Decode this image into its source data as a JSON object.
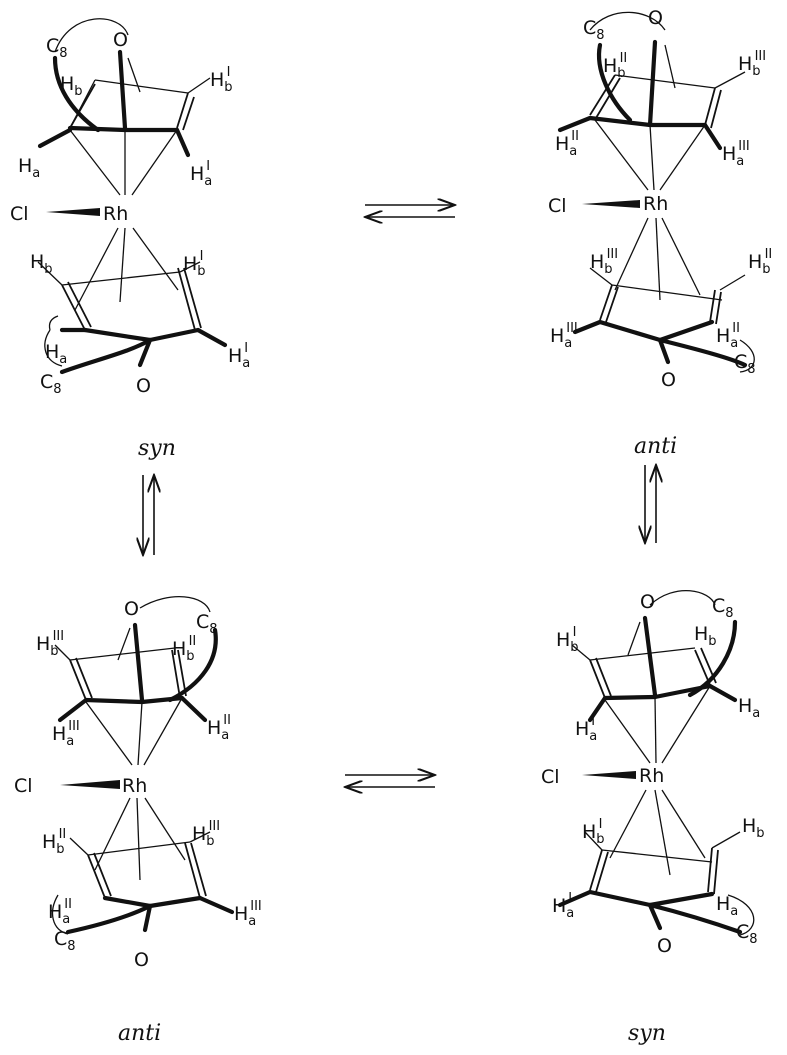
{
  "labels": {
    "metal": "Rh",
    "halide": "Cl",
    "oxygen": "O",
    "ring_carbon": "C",
    "ring_carbon_sub": "8",
    "h_a": "H",
    "h_a_sub": "a",
    "h_b": "H",
    "h_b_sub": "b",
    "prime1": "I",
    "prime2": "II",
    "prime3": "III"
  },
  "isomers": {
    "top_left": "syn",
    "top_right": "anti",
    "bottom_left": "anti",
    "bottom_right": "syn"
  },
  "equilibria": [
    "top-horizontal",
    "left-vertical",
    "right-vertical",
    "bottom-horizontal"
  ]
}
